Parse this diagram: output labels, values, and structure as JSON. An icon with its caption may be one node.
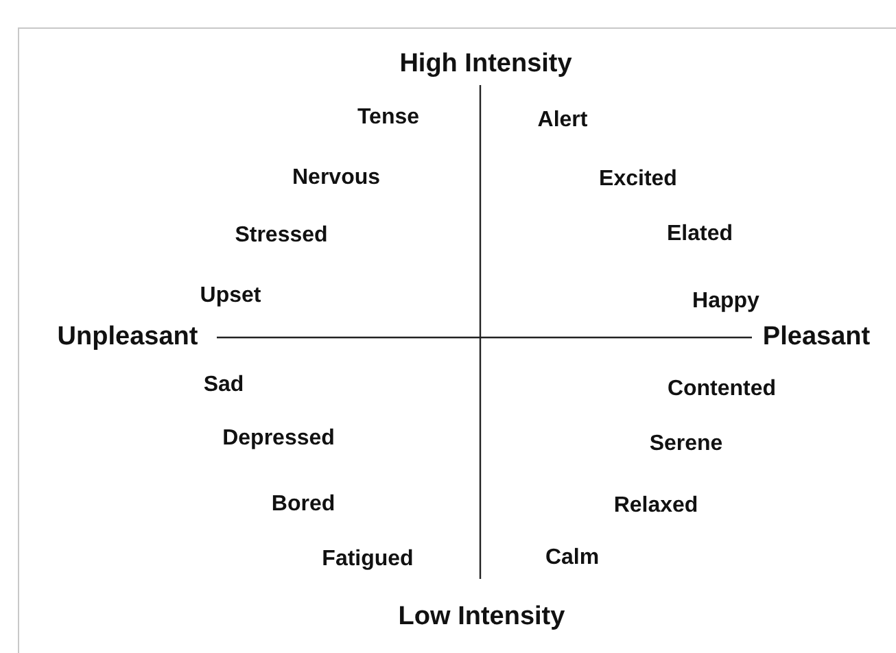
{
  "diagram": {
    "labels": [
      "High Intensity",
      "Tense",
      "Alert",
      "Nervous",
      "Excited",
      "Stressed",
      "Elated",
      "Upset",
      "Happy",
      "Unpleasant",
      "Pleasant",
      "Sad",
      "Contented",
      "Depressed",
      "Serene",
      "Bored",
      "Relaxed",
      "Fatigued",
      "Calm",
      "Low Intensity"
    ]
  }
}
